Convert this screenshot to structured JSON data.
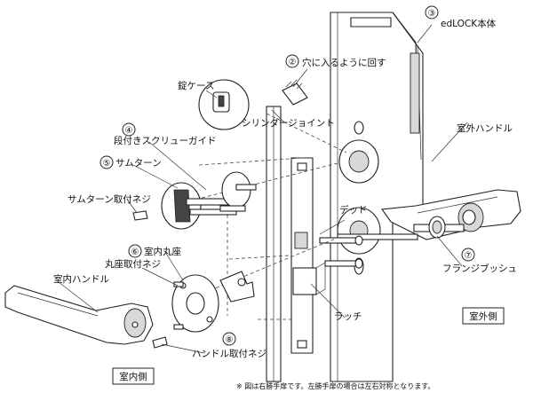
{
  "labels": {
    "body": "edLOCK本体",
    "outer_handle": "室外ハンドル",
    "flange_bush": "フランジブッシュ",
    "dead": "デッド",
    "latch": "ラッチ",
    "outside_side": "室外側",
    "inside_side": "室内側",
    "lock_case": "錠ケース",
    "insert_hole": "穴に入るように回す",
    "cylinder_joint": "シリンダージョイント",
    "screw_guide": "段付きスクリューガイド",
    "thumbturn": "サムターン",
    "thumbturn_screw": "サムターン取付ネジ",
    "inner_rose": "室内丸座",
    "rose_screw": "丸座取付ネジ",
    "inner_handle": "室内ハンドル",
    "handle_screw": "ハンドル取付ネジ"
  },
  "numbers": {
    "n2": "②",
    "n3": "③",
    "n4": "④",
    "n5": "⑤",
    "n6": "⑥",
    "n7": "⑦",
    "n8": "⑧"
  },
  "footnote": "※ 図は右勝手扉です。左勝手扉の場合は左右対称となります。"
}
